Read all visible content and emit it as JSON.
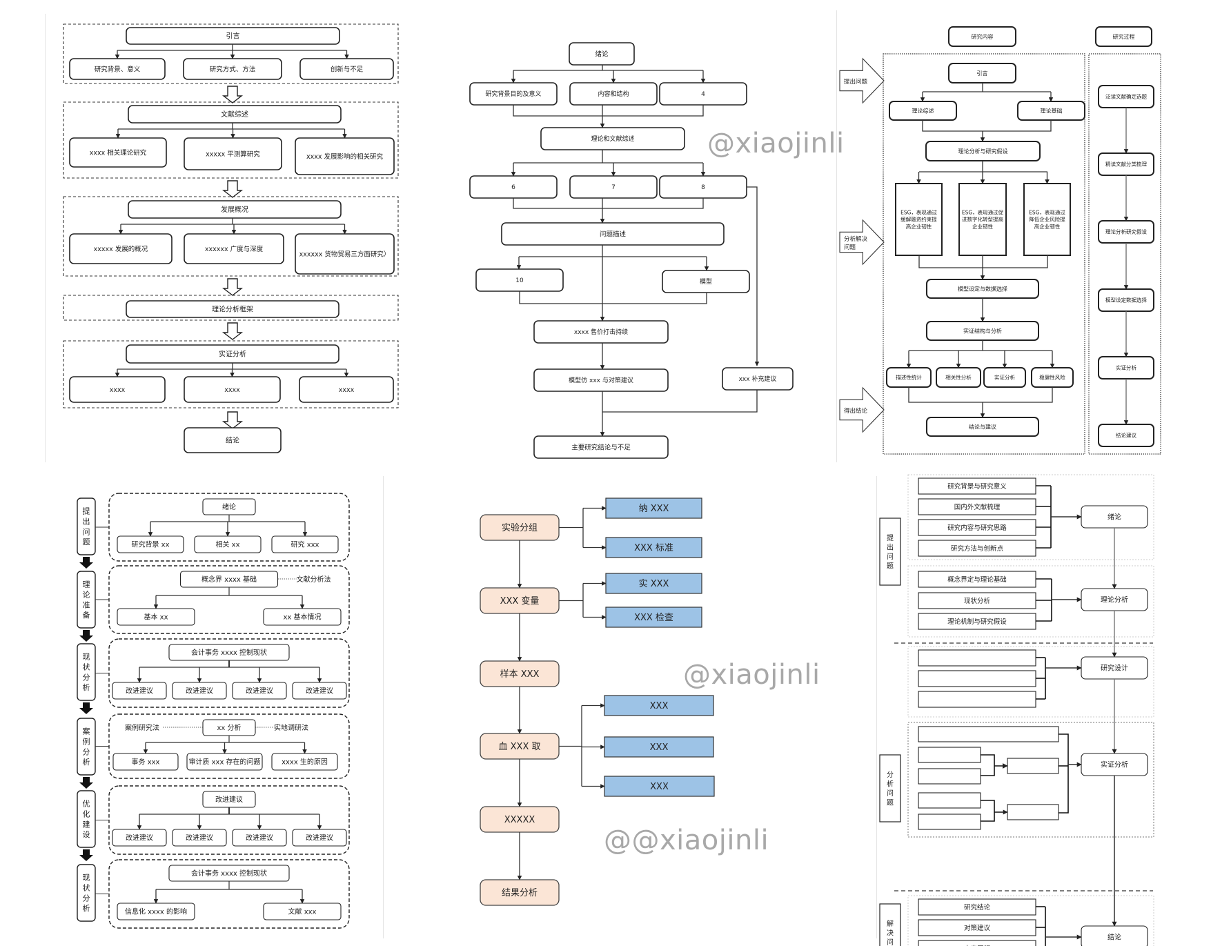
{
  "watermarks": [
    "@xiaojinli",
    "@xiaojinli",
    "@@xiaojinli"
  ],
  "panel1": {
    "sections": [
      {
        "title": "引言",
        "children": [
          "研究背景、意义",
          "研究方式、方法",
          "创新与不足"
        ]
      },
      {
        "title": "文献综述",
        "children": [
          "xxxx 相关理论研究",
          "xxxxx 平测算研究",
          "xxxx 发展影响的相关研究"
        ]
      },
      {
        "title": "发展概况",
        "children": [
          "xxxxx 发展的概况",
          "xxxxxx 广度与深度",
          "xxxxxx 货物贸易三方面研究）"
        ]
      },
      {
        "title": "理论分析框架",
        "children": []
      },
      {
        "title": "实证分析",
        "children": [
          "xxxx",
          "xxxx",
          "xxxx"
        ]
      }
    ],
    "final": "结论"
  },
  "panel2": {
    "root": "绪论",
    "row1": [
      "研究背景目的及意义",
      "内容和结构",
      "4"
    ],
    "lit": "理论和文献综述",
    "row2": [
      "6",
      "7",
      "8"
    ],
    "problem": "问题描述",
    "row3": [
      "10",
      "模型"
    ],
    "step1": "xxxx 售价打击持续",
    "step2": "模型仿 xxx 与对策建议",
    "side": "xxx 补充建议",
    "final": "主要研究结论与不足"
  },
  "panel3": {
    "header_left": "研究内容",
    "header_right": "研究过程",
    "arrows": [
      "提出问题",
      "分析解决问题",
      "得出结论"
    ],
    "intro": "引言",
    "lit": [
      "理论综述",
      "理论基础"
    ],
    "hyp": "理论分析与研究假设",
    "esg": [
      "ESG，表现通过缓解融资约束提高企业韧性",
      "ESG，表现通过促进数字化转型提高企业韧性",
      "ESG，表现通过降低企业风险提高企业韧性"
    ],
    "model": "模型设定与数据选择",
    "empirical": "实证结构与分析",
    "tests": [
      "描述性统计",
      "相关性分析",
      "实证分析",
      "稳健性风险"
    ],
    "conclusion": "结论与建议",
    "process": [
      "泛读文献确定选题",
      "精读文献分类梳理",
      "理论分析研究假设",
      "模型设定数据选择",
      "实证分析",
      "结论建议"
    ]
  },
  "panel4": {
    "stages": [
      {
        "label": "提出问题",
        "top": "绪论",
        "children": [
          "研究背景 xx",
          "相关 xx",
          "研究 xxx"
        ],
        "side_left": "",
        "side_right": ""
      },
      {
        "label": "理论准备",
        "top": "概念界 xxxx 基础",
        "children": [
          "基本 xx",
          "xx 基本情况"
        ],
        "side_left": "",
        "side_right": "文献分析法"
      },
      {
        "label": "现状分析",
        "top": "会计事务 xxxx 控制现状",
        "children": [
          "改进建议",
          "改进建议",
          "改进建议",
          "改进建议"
        ],
        "side_left": "",
        "side_right": ""
      },
      {
        "label": "案例分析",
        "top": "xx 分析",
        "children": [
          "事务 xxx",
          "审计质 xxx 存在的问题",
          "xxxx 生的原因"
        ],
        "side_left": "案例研究法",
        "side_right": "实地调研法"
      },
      {
        "label": "优化建设",
        "top": "改进建议",
        "children": [
          "改进建议",
          "改进建议",
          "改进建议",
          "改进建议"
        ],
        "side_left": "",
        "side_right": ""
      },
      {
        "label": "现状分析",
        "top": "会计事务 xxxx 控制现状",
        "children": [
          "信息化 xxxx 的影响",
          "文献 xxx"
        ],
        "side_left": "",
        "side_right": ""
      }
    ]
  },
  "panel5": {
    "steps": [
      "实验分组",
      "XXX 变量",
      "样本 XXX",
      "血 XXX 取",
      "XXXXX",
      "结果分析"
    ],
    "branches": [
      [
        "纳 XXX",
        "XXX 标准"
      ],
      [
        "实 XXX",
        "XXX 检查"
      ],
      [],
      [
        "XXX",
        "XXX",
        "XXX"
      ],
      [],
      []
    ],
    "colors": {
      "step_fill": "#fbe5d6",
      "branch_fill": "#9dc3e6"
    }
  },
  "panel6": {
    "phases": [
      "提出问题",
      "分析问题",
      "解决问题"
    ],
    "group1": {
      "items": [
        "研究背景与研究意义",
        "国内外文献梳理",
        "研究内容与研究思路",
        "研究方法与创新点"
      ],
      "target": "绪论"
    },
    "group2": {
      "items": [
        "概念界定与理论基础",
        "现状分析",
        "理论机制与研究假设"
      ],
      "target": "理论分析"
    },
    "group3": {
      "items": [
        "",
        "",
        ""
      ],
      "target": "研究设计"
    },
    "group4": {
      "target": "实证分析"
    },
    "group5": {
      "items": [
        "研究结论",
        "对策建议",
        "未来展望"
      ],
      "target": "结论"
    }
  }
}
